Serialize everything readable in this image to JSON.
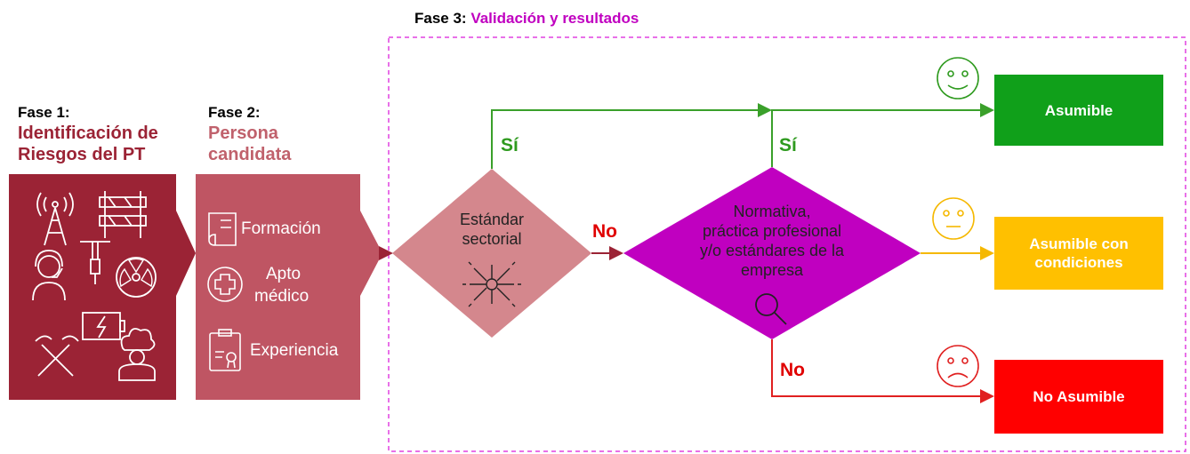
{
  "phase3": {
    "head": "Fase 3:",
    "title": "Validación y resultados"
  },
  "phase1": {
    "head": "Fase 1:",
    "title_line1": "Identificación de",
    "title_line2": "Riesgos del PT"
  },
  "phase2": {
    "head": "Fase 2:",
    "title_line1": "Persona",
    "title_line2": "candidata",
    "items": [
      "Formación",
      "Apto",
      "médico",
      "Experiencia"
    ]
  },
  "decision1": {
    "line1": "Estándar",
    "line2": "sectorial"
  },
  "decision2": {
    "line1": "Normativa,",
    "line2": "práctica profesional",
    "line3": "y/o estándares de la",
    "line4": "empresa"
  },
  "labels": {
    "yes1": "Sí",
    "yes2": "Sí",
    "no1": "No",
    "no2": "No"
  },
  "outcomes": {
    "assumable": "Asumible",
    "conditional_line1": "Asumible con",
    "conditional_line2": "condiciones",
    "not_assumable": "No Asumible"
  },
  "colors": {
    "phase1": "#9b2335",
    "phase2": "#bf5563",
    "decision1": "#d4878d",
    "decision2": "#c000c0",
    "green": "#10a01a",
    "amber": "#ffc000",
    "red": "#ff0000",
    "phase3_border": "#e040e0"
  }
}
